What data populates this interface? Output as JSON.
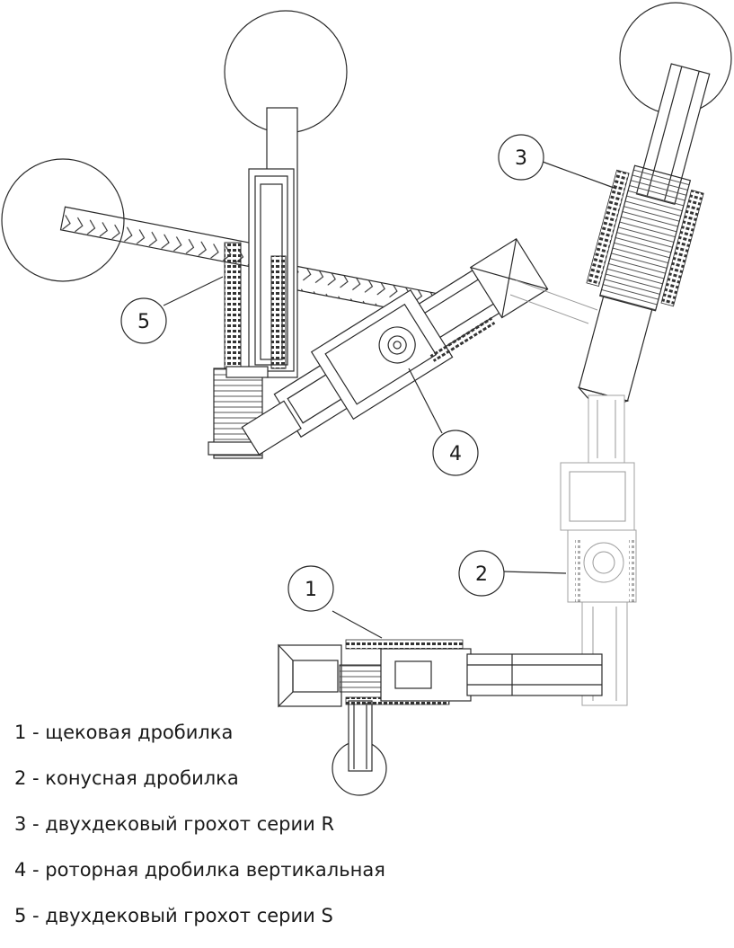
{
  "callouts": [
    {
      "id": "1",
      "label": "1"
    },
    {
      "id": "2",
      "label": "2"
    },
    {
      "id": "3",
      "label": "3"
    },
    {
      "id": "4",
      "label": "4"
    },
    {
      "id": "5",
      "label": "5"
    }
  ],
  "legend": [
    {
      "text": "1 - щековая дробилка"
    },
    {
      "text": "2 - конусная дробилка"
    },
    {
      "text": "3 - двухдековый грохот серии R"
    },
    {
      "text": "4 - роторная дробилка вертикальная"
    },
    {
      "text": "5 - двухдековый грохот серии S"
    }
  ]
}
